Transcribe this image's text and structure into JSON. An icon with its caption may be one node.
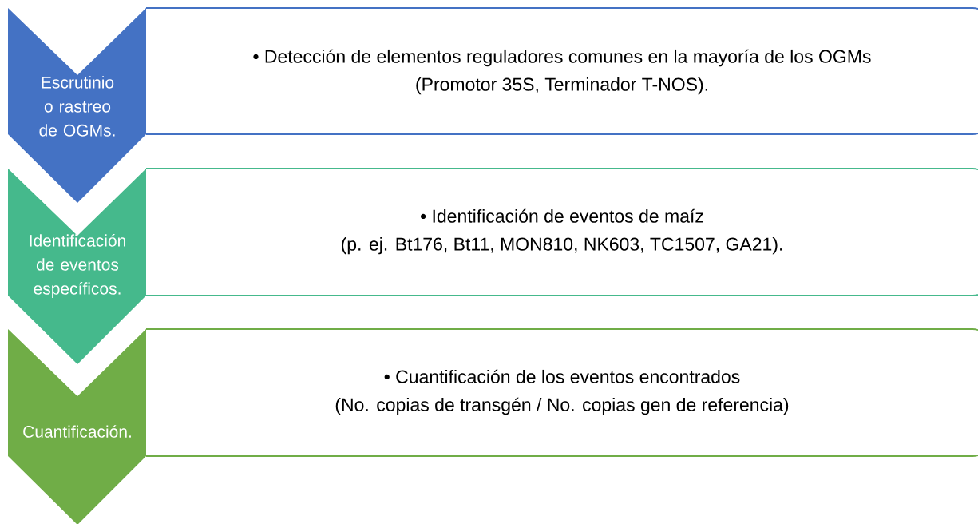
{
  "diagram": {
    "nodes": [
      {
        "text": [
          "Escrutinio o rastreo de OGMs."
        ]
      },
      {
        "text": [
          "• Detección de elementos reguladores comunes en la mayoría de los OGMs",
          "(Promotor 35S, Terminador T-NOS)."
        ]
      },
      {
        "text": [
          "Identificación de eventos específicos."
        ]
      },
      {
        "text": [
          "• Identificación de eventos de maíz",
          "(p. ej. Bt176, Bt11, MON810, NK603, TC1507, GA21)."
        ]
      },
      {
        "text": [
          "Cuantificación."
        ]
      },
      {
        "text": [
          "• Cuantificación de los eventos encontrados",
          "(No. copias de transgén / No. copias gen de referencia)"
        ]
      }
    ]
  }
}
